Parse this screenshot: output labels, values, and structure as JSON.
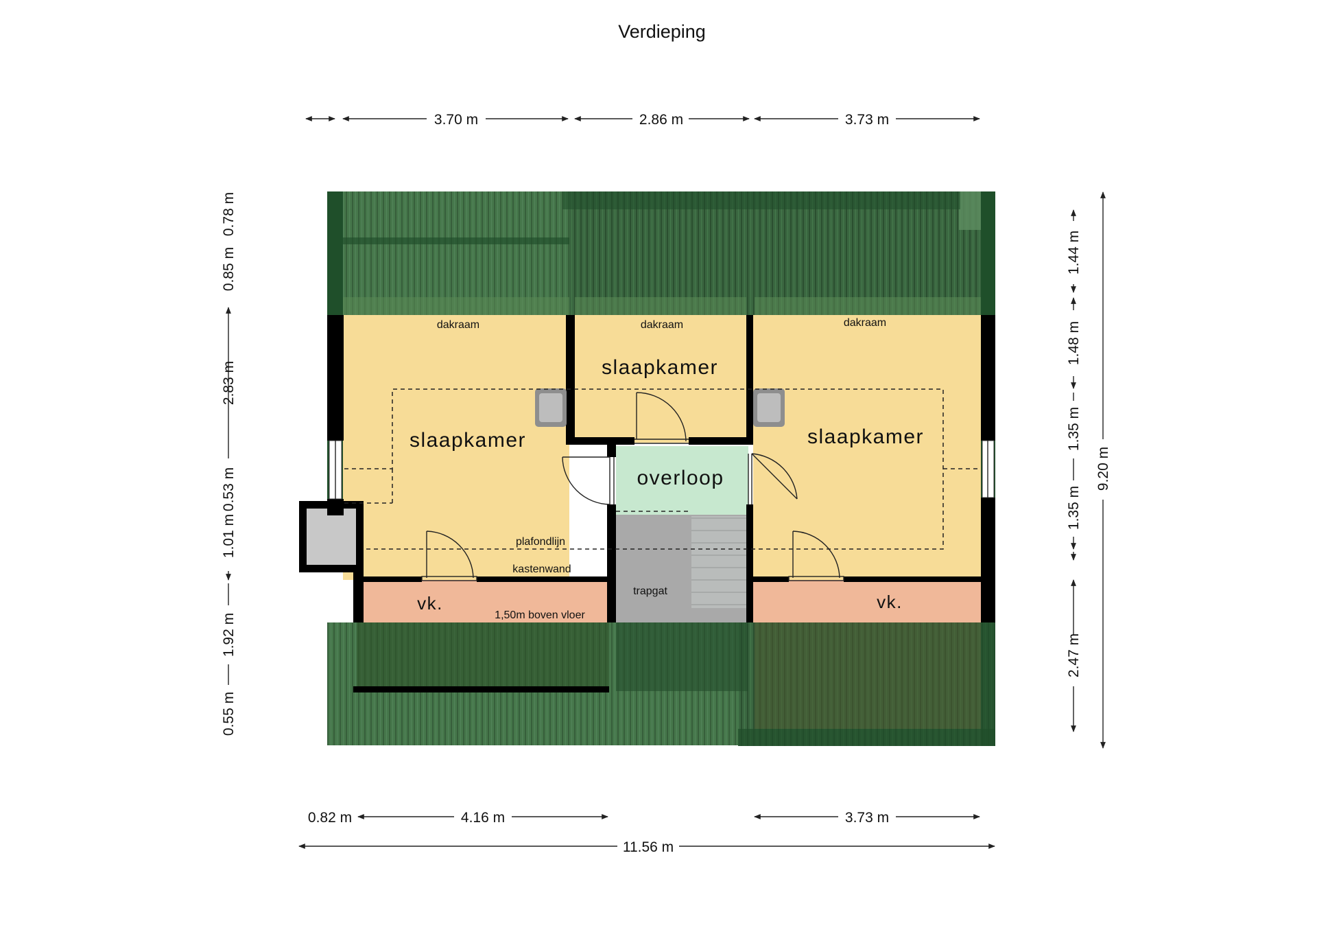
{
  "title": "Verdieping",
  "dimensions": {
    "top": [
      "3.70 m",
      "2.86 m",
      "3.73 m"
    ],
    "bottom": [
      "0.82 m",
      "4.16 m",
      "3.73 m"
    ],
    "total_width": "11.56 m",
    "left": [
      "0.78 m",
      "0.85 m",
      "2.83 m",
      "0.53 m",
      "1.01 m",
      "1.92 m",
      "0.55 m"
    ],
    "right": [
      "1.44 m",
      "1.48 m",
      "1.35 m",
      "1.35 m",
      "2.47 m"
    ],
    "total_height": "9.20 m"
  },
  "rooms": {
    "slaapkamer_left": "slaapkamer",
    "slaapkamer_middle": "slaapkamer",
    "slaapkamer_right": "slaapkamer",
    "overloop": "overloop",
    "vk_left": "vk.",
    "vk_right": "vk.",
    "trapgat": "trapgat"
  },
  "labels": {
    "dakraam_left": "dakraam",
    "dakraam_middle": "dakraam",
    "dakraam_right": "dakraam",
    "plafondlijn": "plafondlijn",
    "kastenwand": "kastenwand",
    "boven_vloer": "1,50m boven vloer"
  },
  "colors": {
    "roof": "#3f6e45",
    "roof_dark": "#1f4d2a",
    "bedroom": "#f7dc97",
    "landing": "#c7e8cf",
    "storage": "#f0b899",
    "stairwell": "#a9a9a9",
    "wall": "#000000"
  }
}
